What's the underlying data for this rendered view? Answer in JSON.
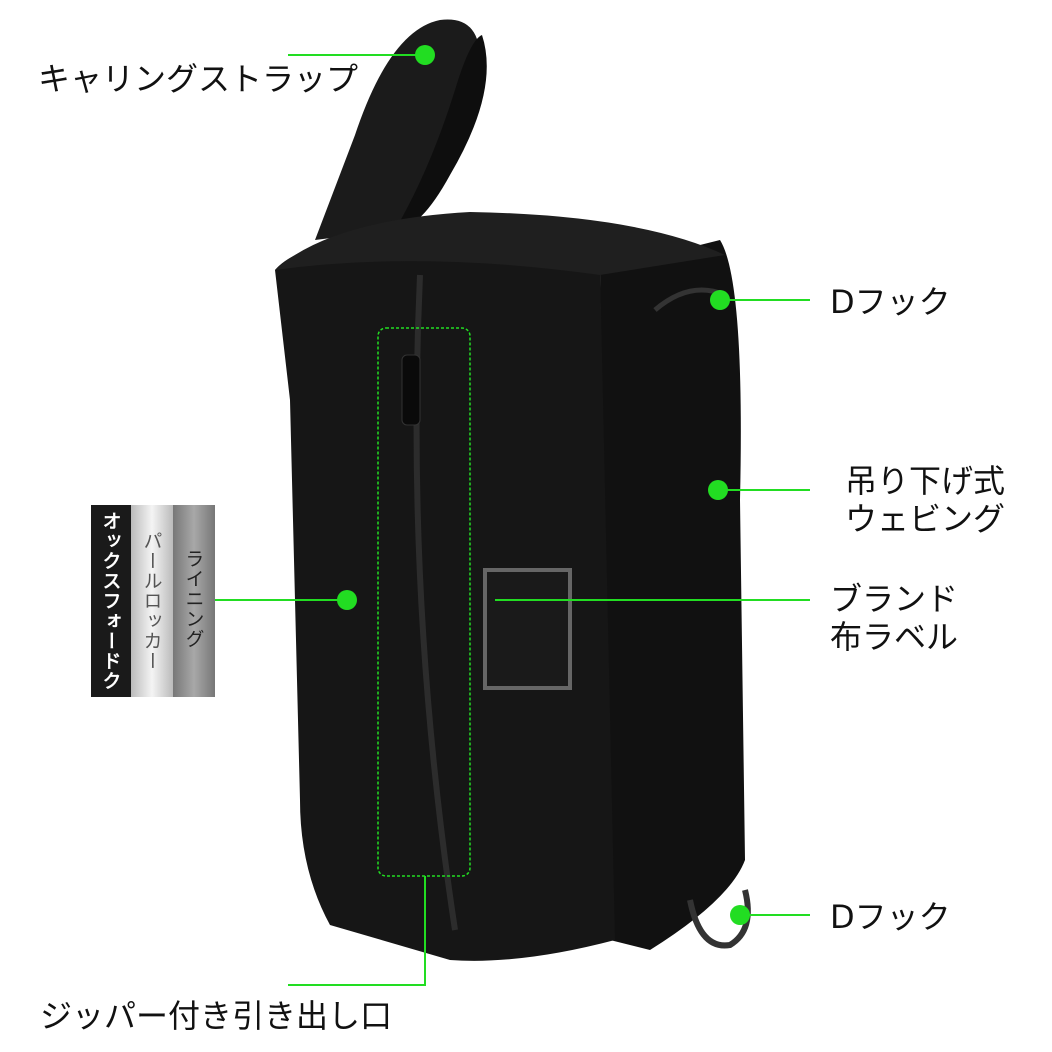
{
  "labels": {
    "carrying_strap": "キャリングストラップ",
    "d_hook_top": "Dフック",
    "hanging_webbing_line1": "吊り下げ式",
    "hanging_webbing_line2": "ウェビング",
    "brand_label_line1": "ブランド",
    "brand_label_line2": "布ラベル",
    "d_hook_bottom": "Dフック",
    "zipper_opening": "ジッパー付き引き出し口"
  },
  "materials": [
    {
      "label": "オックスフォードク",
      "color": "#1a1a1a",
      "text_color": "#ffffff"
    },
    {
      "label": "パールロッカー",
      "color": "#d8d8d8",
      "text_color": "#555555"
    },
    {
      "label": "ライニング",
      "color": "#8a8a8a",
      "text_color": "#222222"
    }
  ],
  "colors": {
    "accent": "#22dd22",
    "bag": "#141414"
  }
}
